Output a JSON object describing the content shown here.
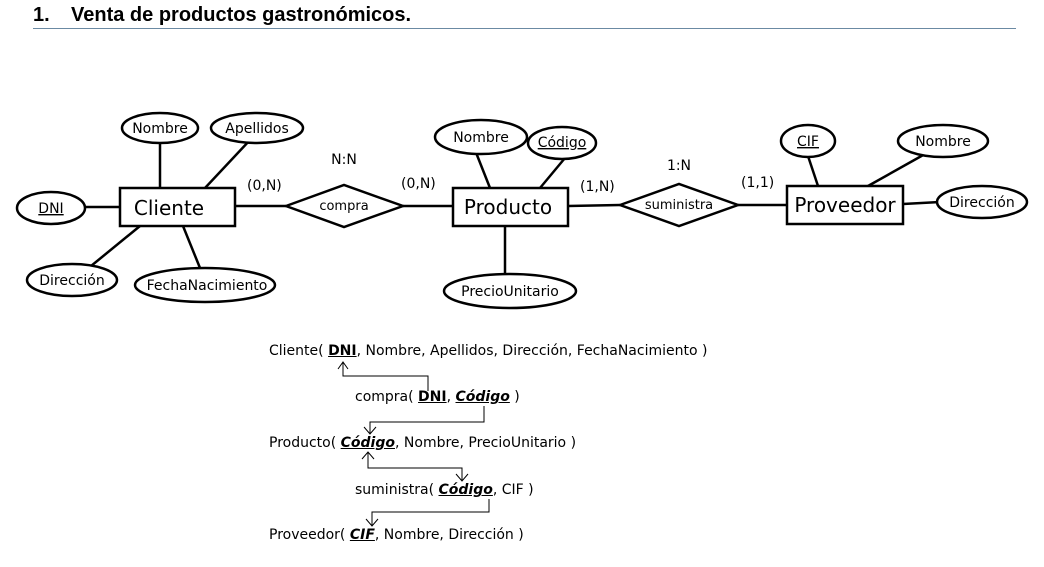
{
  "heading": {
    "number": "1.",
    "title": "Venta de productos gastronómicos."
  },
  "entities": {
    "cliente": "Cliente",
    "producto": "Producto",
    "proveedor": "Proveedor"
  },
  "relationships": {
    "compra": {
      "label": "compra",
      "ratio": "N:N",
      "card_left": "(0,N)",
      "card_right": "(0,N)"
    },
    "suministra": {
      "label": "suministra",
      "ratio": "1:N",
      "card_left": "(1,N)",
      "card_right": "(1,1)"
    }
  },
  "attributes": {
    "cliente": {
      "dni": "DNI",
      "nombre": "Nombre",
      "apellidos": "Apellidos",
      "direccion": "Dirección",
      "fecha": "FechaNacimiento"
    },
    "producto": {
      "nombre": "Nombre",
      "codigo": "Código",
      "precio": "PrecioUnitario"
    },
    "proveedor": {
      "cif": "CIF",
      "nombre": "Nombre",
      "direccion": "Dirección"
    }
  },
  "schema": {
    "cliente": {
      "name": "Cliente(",
      "pk": "DNI",
      "rest": ", Nombre, Apellidos, Dirección, FechaNacimiento )"
    },
    "compra": {
      "name": "compra(",
      "pk1": "DNI",
      "sep": ",",
      "pk2": "Código",
      "end": " )"
    },
    "producto": {
      "name": "Producto(",
      "pk": "Código",
      "rest": ", Nombre, PrecioUnitario )"
    },
    "suministra": {
      "name": "suministra(",
      "pk": "Código",
      "rest": ", CIF )"
    },
    "proveedor": {
      "name": "Proveedor(",
      "pk": "CIF",
      "rest": ", Nombre, Dirección )"
    }
  }
}
